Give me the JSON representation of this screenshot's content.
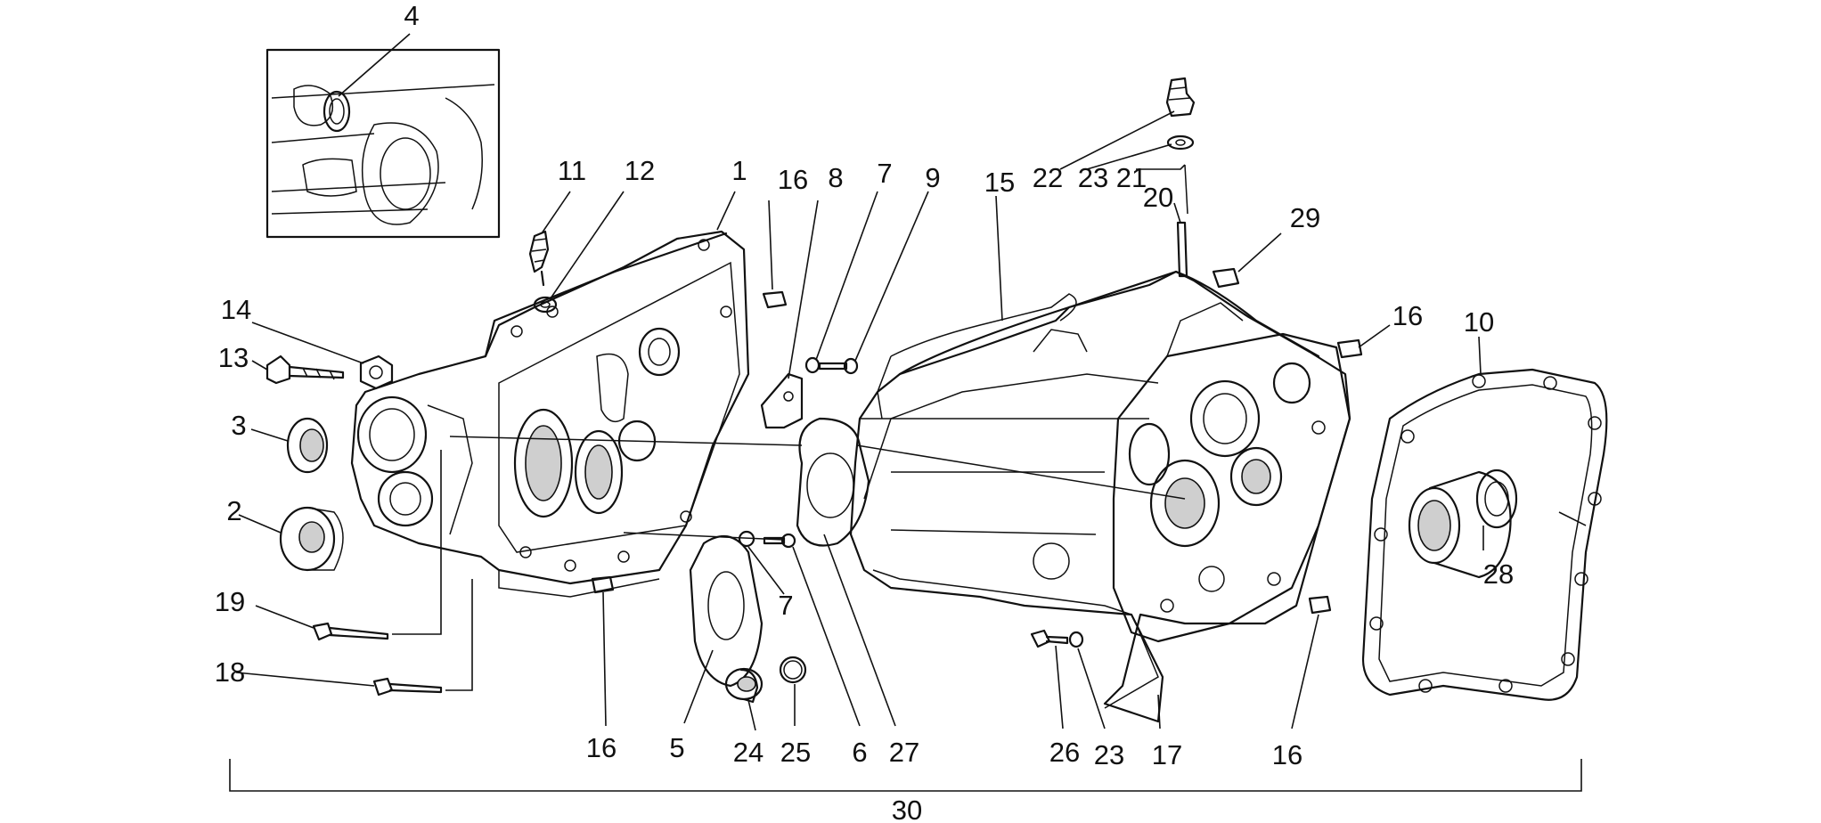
{
  "labels": {
    "l4": "4",
    "l11": "11",
    "l12": "12",
    "l1": "1",
    "l16a": "16",
    "l8": "8",
    "l7a": "7",
    "l9": "9",
    "l15": "15",
    "l22": "22",
    "l23a": "23",
    "l21": "21",
    "l20": "20",
    "l29": "29",
    "l16b": "16",
    "l10": "10",
    "l14": "14",
    "l13": "13",
    "l3": "3",
    "l2": "2",
    "l19": "19",
    "l18": "18",
    "l28": "28",
    "l7b": "7",
    "l16c": "16",
    "l5": "5",
    "l24": "24",
    "l25": "25",
    "l6": "6",
    "l27": "27",
    "l26": "26",
    "l23b": "23",
    "l17": "17",
    "l16d": "16",
    "l30": "30"
  }
}
